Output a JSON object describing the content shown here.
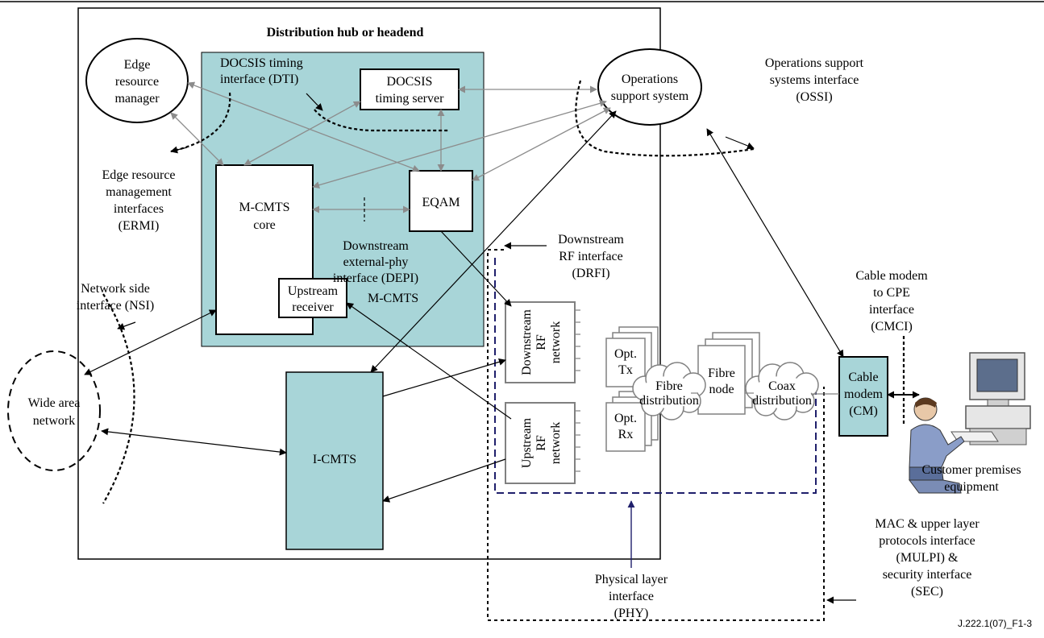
{
  "title": "Distribution hub or headend",
  "figure_id": "J.222.1(07)_F1-3",
  "colors": {
    "teal_fill": "#A8D5D8",
    "gray_arrow": "#8C8C8C",
    "navy_dash": "#1F1F6B",
    "line": "#000000"
  },
  "nodes": {
    "edge_resource_manager": [
      "Edge",
      "resource",
      "manager"
    ],
    "operations_support_system": [
      "Operations",
      "support system"
    ],
    "wide_area_network": [
      "Wide area",
      "network"
    ],
    "docsis_timing_server": [
      "DOCSIS",
      "timing server"
    ],
    "mcmts_core": [
      "M-CMTS",
      "core"
    ],
    "eqam": "EQAM",
    "upstream_receiver": [
      "Upstream",
      "receiver"
    ],
    "mcmts_region": "M-CMTS",
    "icmts": "I-CMTS",
    "downstream_rf_network": [
      "Downstream",
      "RF",
      "network"
    ],
    "upstream_rf_network": [
      "Upstream",
      "RF",
      "network"
    ],
    "opt_tx": [
      "Opt.",
      "Tx"
    ],
    "opt_rx": [
      "Opt.",
      "Rx"
    ],
    "fibre_distribution": [
      "Fibre",
      "distribution"
    ],
    "fibre_node": [
      "Fibre",
      "node"
    ],
    "coax_distribution": [
      "Coax",
      "distribution"
    ],
    "cable_modem": [
      "Cable",
      "modem",
      "(CM)"
    ],
    "cpe": [
      "Customer premises",
      "equipment"
    ]
  },
  "interfaces": {
    "dti": [
      "DOCSIS timing",
      "interface (DTI)"
    ],
    "ossi": [
      "Operations support",
      "systems interface",
      "(OSSI)"
    ],
    "ermi": [
      "Edge resource",
      "management",
      "interfaces",
      "(ERMI)"
    ],
    "depi": [
      "Downstream",
      "external-phy",
      "interface (DEPI)"
    ],
    "drfi": [
      "Downstream",
      "RF interface",
      "(DRFI)"
    ],
    "nsi": [
      "Network side",
      "interface (NSI)"
    ],
    "cmci": [
      "Cable modem",
      "to CPE",
      "interface",
      "(CMCI)"
    ],
    "phy": [
      "Physical layer",
      "interface",
      "(PHY)"
    ],
    "mulpi": [
      "MAC & upper layer",
      "protocols interface",
      "(MULPI) &",
      "security interface",
      "(SEC)"
    ]
  }
}
